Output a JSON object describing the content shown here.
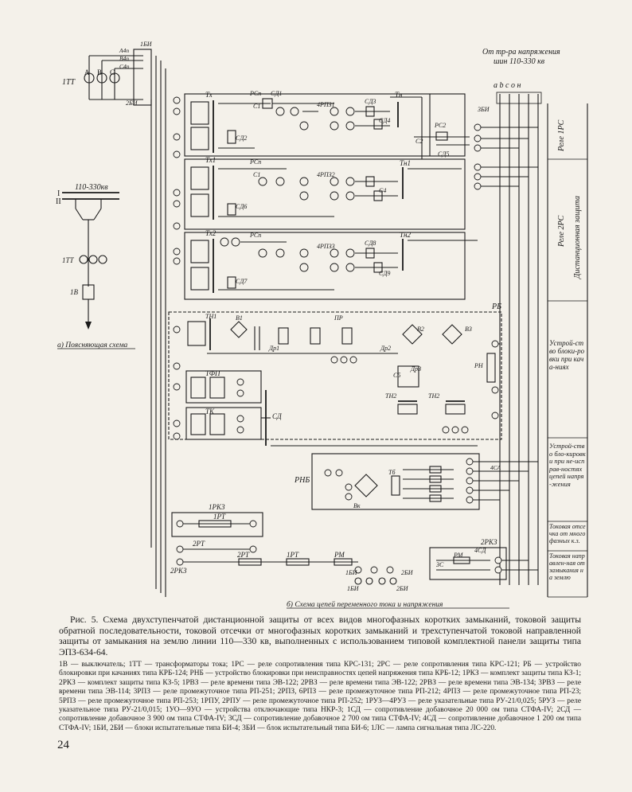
{
  "labels": {
    "from_transformer": "От тр-ра напряжения",
    "buses": "шин 110-330 кв",
    "phases": "a b c o н",
    "voltage_110_330": "110-330кв",
    "relay_1rs": "Реле 1РС",
    "relay_2rs": "Реле 2РС",
    "distance_protection": "Дистанционная защита",
    "blocking_on_swing": "Устрой-ство блоки-ровки при кача-ниях",
    "blocking_on_fault": "Устрой-ство бло-кировки при не-исправ-ностях цепей напря-жения",
    "current_cutoff": "Токовая отсечка от многофазных к.з.",
    "directional_protection": "Токовая направлен-ная от замыкания на землю",
    "explanatory_scheme": "а) Поясняющая схема",
    "circuit_scheme": "б) Схема цепей переменного тока и напряжения",
    "tt": "1ТТ",
    "tt2": "1ТТ",
    "breaker": "1В",
    "roman_1": "I",
    "roman_2": "II",
    "rb": "РБ",
    "rnb": "РНБ",
    "sd": "СД",
    "tfp": "ТФП",
    "tk": "ТК",
    "rn": "РН",
    "rm": "РМ",
    "rm2": "РМ",
    "prk3": "1РКЗ",
    "prk3_2": "2РКЗ",
    "prk3_3": "2РКЗ",
    "rt1": "1РТ",
    "rt2": "2РТ",
    "rt2b": "2РТ",
    "rt1b": "1РТ",
    "bi1": "1БИ",
    "bi2": "2БИ",
    "bi3": "1БИ",
    "bi4": "2БИ",
    "bi5": "3БИ",
    "tx": "Тх",
    "tx1": "Тх1",
    "tx2": "Тх2",
    "tn": "Тн",
    "tn1": "Тн1",
    "tn2": "Тн2",
    "tn_1": "ТН1",
    "tn_2a": "ТН2",
    "tn_2b": "ТН2",
    "pr": "ПР",
    "rsp": "РСп",
    "rsp2": "РСп",
    "rsp3": "РСп",
    "3s": "3С",
    "4sd": "4СД",
    "rs2": "РС2",
    "c1": "С1",
    "c2": "С2",
    "c3": "С1",
    "c4": "С4",
    "c5": "С5",
    "sd1": "СД1",
    "sd2": "СД2",
    "sd3": "СД3",
    "sd4": "СД4",
    "sd5": "СД5",
    "sd6": "СД6",
    "sd7": "СД7",
    "sd8": "СД8",
    "sd9": "СД9",
    "rp1": "4РПЗ1",
    "rp2": "4РПЗ2",
    "rp3": "4РПЗ3",
    "b1": "В1",
    "b2": "В2",
    "b3": "В3",
    "vk": "Вк",
    "dr1": "Др1",
    "dr2": "Др2",
    "dr3": "Др3",
    "rb_label": "РБ",
    "sd_ac": "СД",
    "tb": "Тб",
    "a4p": "А4п",
    "b4p": "В4п",
    "s4p": "С4п",
    "a": "А",
    "b": "В",
    "c": "С",
    "bi_top": "1БИ",
    "bi_top2": "2БИ",
    "s4": "4СА"
  },
  "caption": {
    "title": "Рис. 5. Схема двухступенчатой дистанционной защиты от всех видов многофазных коротких замыканий, токовой защиты обратной последовательности, токовой отсечки от многофазных коротких замыканий и трехступенчатой токовой направленной защиты от замыкания на землю линии 110—330 кв, выполненных с использованием типовой комплектной панели защиты типа ЭПЗ-634-64.",
    "legend": "1В — выключатель; 1ТТ — трансформаторы тока; 1РС — реле сопротивления типа КРС-131; 2РС — реле сопротивления типа КРС-121; РБ — устройство блокировки при качаниях типа КРБ-124; РНБ — устройство блокировки при неисправностях цепей напряжения типа КРБ-12; 1РКЗ — комплект защиты типа КЗ-1; 2РКЗ — комплект защиты типа КЗ-5; 1РВЗ — реле времени типа ЭВ-122; 2РВЗ — реле времени типа ЭВ-122; 2РВЗ — реле времени типа ЭВ-134; 3РВЗ — реле времени типа ЭВ-114; 3РПЗ — реле промежуточное типа РП-251; 2РПЗ, 6РПЗ — реле промежуточное типа РП-212; 4РПЗ — реле промежуточное типа РП-23; 5РПЗ — реле промежуточное типа РП-253; 1РПУ, 2РПУ — реле промежуточное типа РП-252; 1РУЗ—4РУЗ — реле указательные типа РУ-21/0,025; 5РУЗ — реле указательное типа РУ-21/0,015; 1УО—9УО — устройства отключающие типа НКР-3; 1СД — сопротивление добавочное 20 000 ом типа СТФА-IV; 2СД — сопротивление добавочное 3 900 ом типа СТФА-IV; 3СД — сопротивление добавочное 2 700 ом типа СТФА-IV; 4СД — сопротивление добавочное 1 200 ом типа СТФА-IV; 1БИ, 2БИ — блоки испытательные типа БИ-4; 3БИ — блок испытательный типа БИ-6; 1ЛС — лампа сигнальная типа ЛС-220."
  },
  "page_number": "24"
}
